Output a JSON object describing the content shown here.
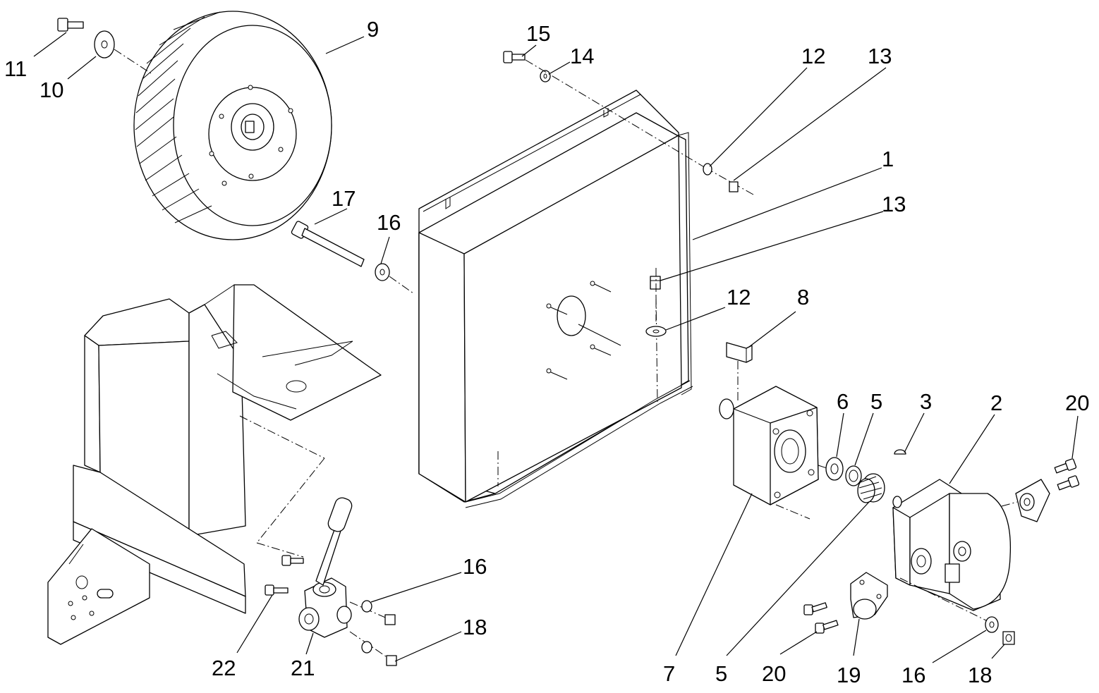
{
  "diagram": {
    "type": "exploded-parts-view",
    "callouts": [
      {
        "id": "c9",
        "label": "9"
      },
      {
        "id": "c11",
        "label": "11"
      },
      {
        "id": "c10",
        "label": "10"
      },
      {
        "id": "c15",
        "label": "15"
      },
      {
        "id": "c14",
        "label": "14"
      },
      {
        "id": "c12a",
        "label": "12"
      },
      {
        "id": "c13a",
        "label": "13"
      },
      {
        "id": "c1",
        "label": "1"
      },
      {
        "id": "c13b",
        "label": "13"
      },
      {
        "id": "c17",
        "label": "17"
      },
      {
        "id": "c16a",
        "label": "16"
      },
      {
        "id": "c12b",
        "label": "12"
      },
      {
        "id": "c8",
        "label": "8"
      },
      {
        "id": "c6",
        "label": "6"
      },
      {
        "id": "c5a",
        "label": "5"
      },
      {
        "id": "c3",
        "label": "3"
      },
      {
        "id": "c2",
        "label": "2"
      },
      {
        "id": "c20a",
        "label": "20"
      },
      {
        "id": "c16b",
        "label": "16"
      },
      {
        "id": "c18a",
        "label": "18"
      },
      {
        "id": "c22",
        "label": "22"
      },
      {
        "id": "c21",
        "label": "21"
      },
      {
        "id": "c7",
        "label": "7"
      },
      {
        "id": "c5b",
        "label": "5"
      },
      {
        "id": "c20b",
        "label": "20"
      },
      {
        "id": "c19",
        "label": "19"
      },
      {
        "id": "c16c",
        "label": "16"
      },
      {
        "id": "c18b",
        "label": "18"
      }
    ]
  }
}
